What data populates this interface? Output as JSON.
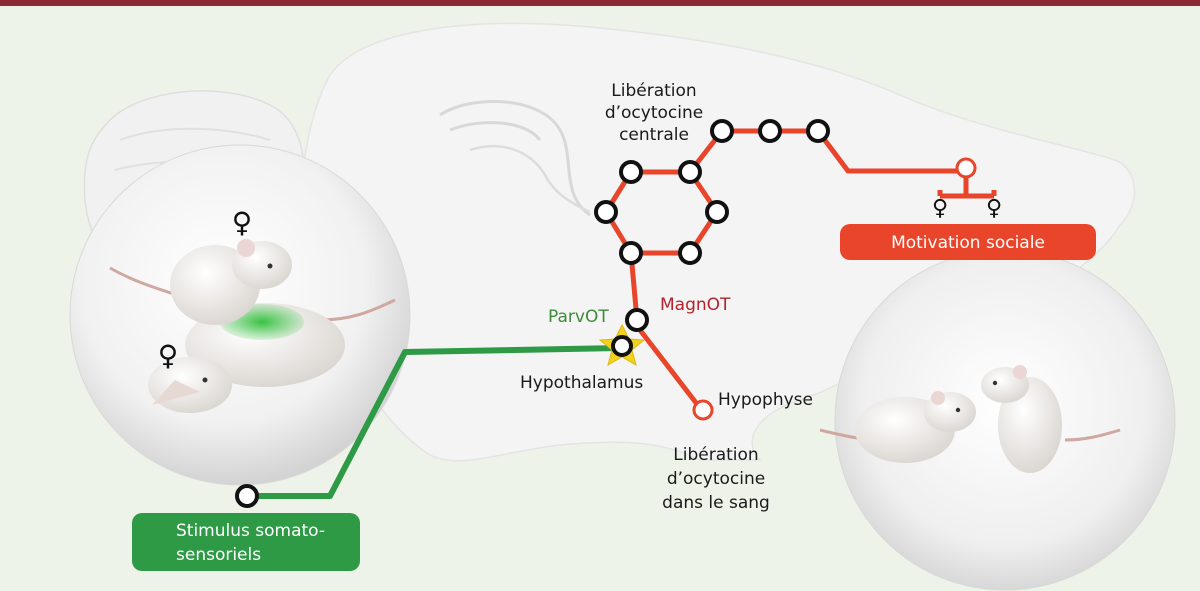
{
  "colors": {
    "top_bar": "#8b2a35",
    "background": "#eef3e9",
    "brain": "#f4f4f4",
    "oxytocin_path": "#e8452a",
    "somatosensory_path": "#2e9a46",
    "motivation_box": "#e8452a",
    "stimulus_box": "#2e9a46",
    "parvot_label": "#3f8a3a",
    "magnot_label": "#b3232d",
    "node_fill": "#ffffff",
    "node_stroke": "#111111"
  },
  "labels": {
    "central_release": [
      "Libération",
      "d’ocytocine",
      "centrale"
    ],
    "motivation_sociale": "Motivation sociale",
    "parvot": "ParvOT",
    "magnot": "MagnOT",
    "hypothalamus": "Hypothalamus",
    "hypophyse": "Hypophyse",
    "blood_release": [
      "Libération",
      "d’ocytocine",
      "dans le sang"
    ],
    "stimulus": [
      "Stimulus somato-",
      "sensoriels"
    ]
  },
  "symbols": {
    "female": "♀"
  },
  "icons": {
    "left_scene": "rats-mounting-illustration",
    "right_scene": "rats-facing-illustration",
    "star": "star-icon"
  }
}
